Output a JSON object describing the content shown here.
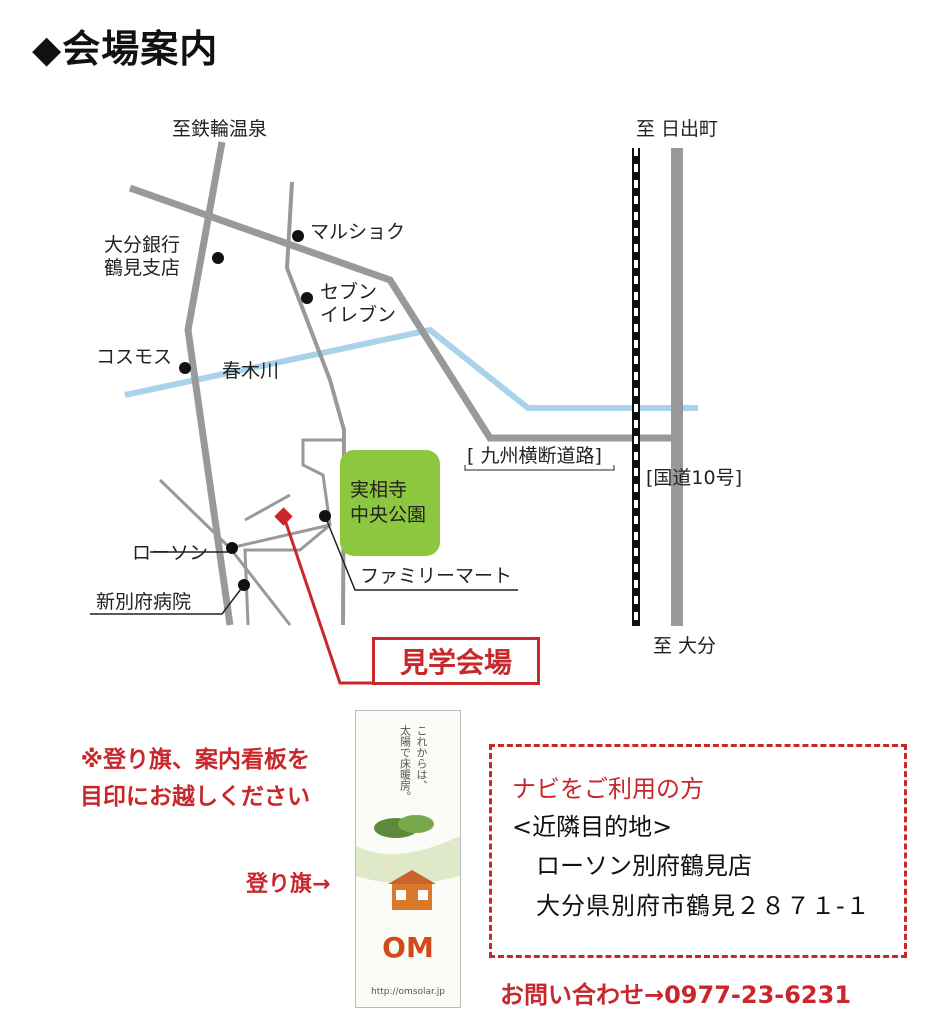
{
  "title": "◆会場案内",
  "map": {
    "directions": {
      "tetsuwa_onsen": "至鉄輪温泉",
      "hinode": "至 日出町",
      "oita": "至 大分"
    },
    "roads": {
      "kyushu_odan": "[ 九州横断道路]",
      "route10": "[国道10号]"
    },
    "river": "春木川",
    "landmarks": {
      "oita_bank": [
        "大分銀行",
        "鶴見支店"
      ],
      "marushoku": "マルショク",
      "seven_eleven": [
        "セブン",
        "イレブン"
      ],
      "cosmos": "コスモス",
      "lawson": "ローソン",
      "shin_beppu_hospital": "新別府病院",
      "familymart": "ファミリーマート",
      "park": [
        "実相寺",
        "中央公園"
      ]
    },
    "venue": "見学会場",
    "colors": {
      "road": "#999999",
      "river": "#a9d3ea",
      "park": "#8dc63f",
      "venue_red": "#c8282c"
    }
  },
  "flag_note": [
    "※登り旗、案内看板を",
    "目印にお越しください"
  ],
  "flag_label": "登り旗→",
  "banner": {
    "text": [
      "これからは、",
      "太陽で床暖房。"
    ],
    "logo": "OM",
    "url": "http://omsolar.jp"
  },
  "navi": {
    "title": "ナビをご利用の方",
    "destination": "<近隣目的地>",
    "name": "ローソン別府鶴見店",
    "address": "大分県別府市鶴見２８７１-１"
  },
  "contact": "お問い合わせ→0977-23-6231"
}
